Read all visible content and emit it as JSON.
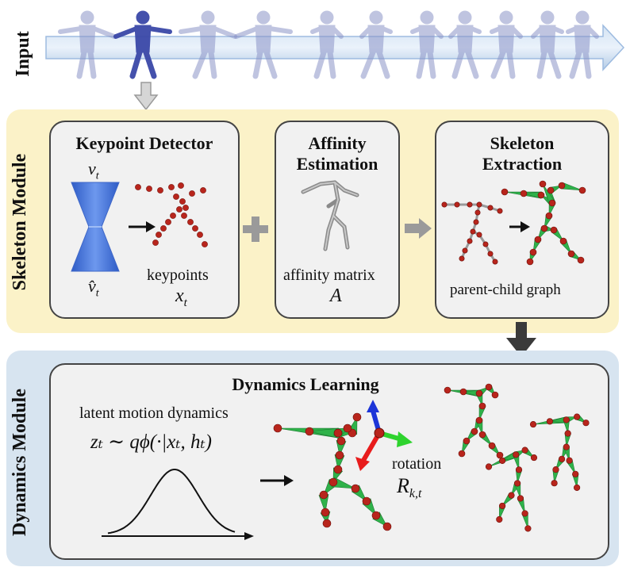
{
  "input": {
    "label": "Input"
  },
  "skeleton_module": {
    "label": "Skeleton Module",
    "keypoint_detector": {
      "title": "Keypoint Detector",
      "v_top": "v",
      "v_top_sub": "t",
      "v_bottom": "v̂",
      "v_bottom_sub": "t",
      "keypoints_label": "keypoints",
      "x_var": "x",
      "x_sub": "t"
    },
    "affinity_estimation": {
      "title_line1": "Affinity",
      "title_line2": "Estimation",
      "matrix_label": "affinity matrix",
      "matrix_var": "A"
    },
    "skeleton_extraction": {
      "title_line1": "Skeleton",
      "title_line2": "Extraction",
      "graph_label": "parent-child graph"
    }
  },
  "dynamics_module": {
    "label": "Dynamics Module",
    "dynamics_learning": {
      "title": "Dynamics Learning",
      "latent_label": "latent motion dynamics",
      "latent_formula": "zₜ ∼ qϕ(·|xₜ, hₜ)",
      "rotation_label": "rotation",
      "rotation_var": "R",
      "rotation_sub": "k,t"
    }
  },
  "colors": {
    "skeleton_module_bg": "#fbf2c8",
    "dynamics_module_bg": "#d7e4f0",
    "card_bg": "#f1f1f1",
    "joint_red": "#b8251c",
    "bone_green": "#2fb24a",
    "hourglass_blue": "#4a78d8",
    "axis_red": "#e81c1c",
    "axis_green": "#2ed32e",
    "axis_blue": "#1c35d8"
  }
}
